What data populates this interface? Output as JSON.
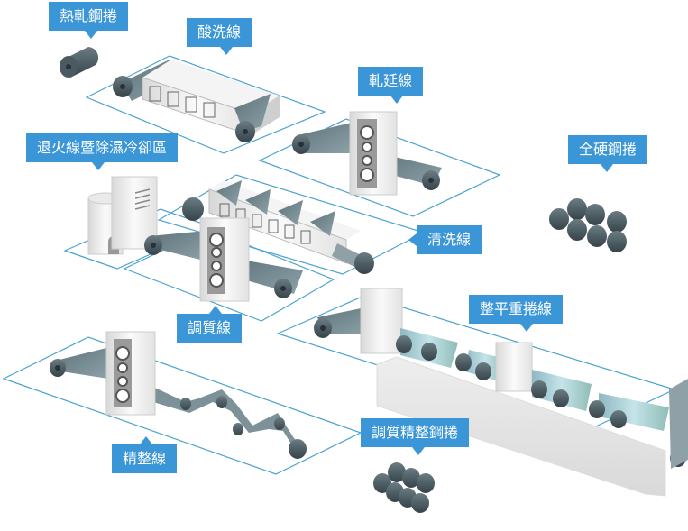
{
  "diagram": {
    "title": "鋼捲製程流程",
    "colors": {
      "label_bg": "#3a96d6",
      "label_text": "#ffffff",
      "zone_outline": "#4aa3cf",
      "coil_dark": "#4a5a60",
      "strip_teal": "#6f8f98",
      "strip_light": "#a9d3d8",
      "machine_white": "#f0f0f0"
    },
    "labels": {
      "hot_rolled_coil": "熱軋鋼捲",
      "pickling_line": "酸洗線",
      "rolling_line": "軋延線",
      "annealing_line": "退火線暨除濕冷卻區",
      "full_hard_coil": "全硬鋼捲",
      "cleaning_line": "清洗線",
      "temper_line": "調質線",
      "leveling_recoiling_line": "整平重捲線",
      "finishing_line": "精整線",
      "temper_finished_coil": "調質精整鋼捲"
    }
  }
}
